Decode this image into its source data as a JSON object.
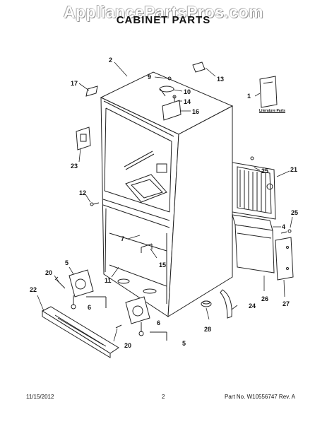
{
  "watermark": "AppliancePartsPros.com",
  "title": "CABINET PARTS",
  "literature_label": "Literature Parts",
  "callouts": [
    "2",
    "9",
    "13",
    "17",
    "10",
    "14",
    "1",
    "16",
    "23",
    "25",
    "21",
    "12",
    "25",
    "4",
    "7",
    "5",
    "11",
    "15",
    "20",
    "22",
    "6",
    "26",
    "27",
    "24",
    "28",
    "6",
    "20",
    "5"
  ],
  "footer": {
    "date": "11/15/2012",
    "page": "2",
    "part_no": "Part No. W10556747  Rev. A"
  }
}
